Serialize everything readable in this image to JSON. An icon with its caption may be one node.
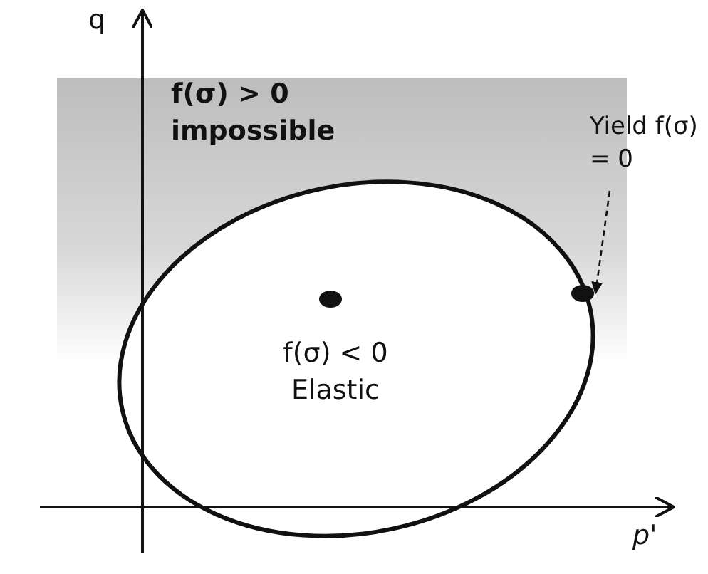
{
  "diagram": {
    "nodes": [
      {
        "text": [
          "Yield f(σ) = 0"
        ]
      },
      {
        "text": [],
        "shape": "circle"
      },
      {
        "text": [],
        "shape": "circle"
      }
    ],
    "edges": [
      {
        "from": 0,
        "to": 2,
        "arrow": "to",
        "style": "dashed"
      }
    ],
    "labels": [
      "q",
      "f(σ) > 0 impossible",
      "f(σ) < 0 Elastic",
      "p'"
    ]
  }
}
